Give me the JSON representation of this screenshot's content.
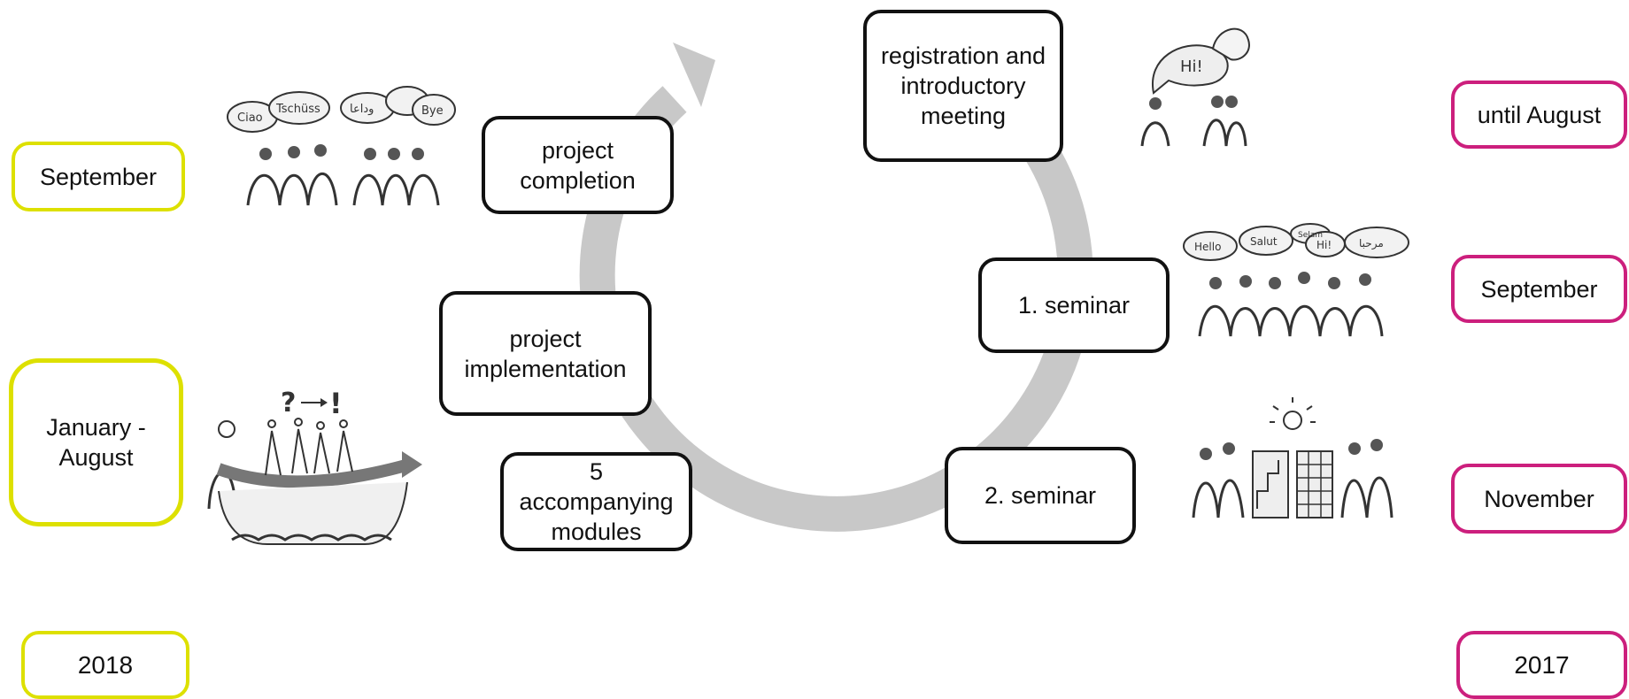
{
  "cycle": {
    "steps": {
      "registration": "registration and introductory meeting",
      "seminar1": "1. seminar",
      "seminar2": "2. seminar",
      "modules": "5 accompanying modules",
      "implementation": "project implementation",
      "completion": "project completion"
    },
    "arrow_color": "#c8c8c8"
  },
  "timeline_2017": {
    "year": "2017",
    "color": "#cc1f7d",
    "months": [
      "until August",
      "September",
      "November"
    ]
  },
  "timeline_2018": {
    "year": "2018",
    "color": "#dde000",
    "months": [
      "September",
      "January - August"
    ]
  },
  "sketches": {
    "hi_bubble": "Hi!",
    "seminar_greetings": [
      "Hello",
      "Salut",
      "Selam",
      "Hi!",
      "مرحبا"
    ],
    "farewells": [
      "Ciao",
      "Tschüss",
      "وداعا",
      "Bye"
    ],
    "question_mark": "?",
    "exclamation": "!"
  }
}
